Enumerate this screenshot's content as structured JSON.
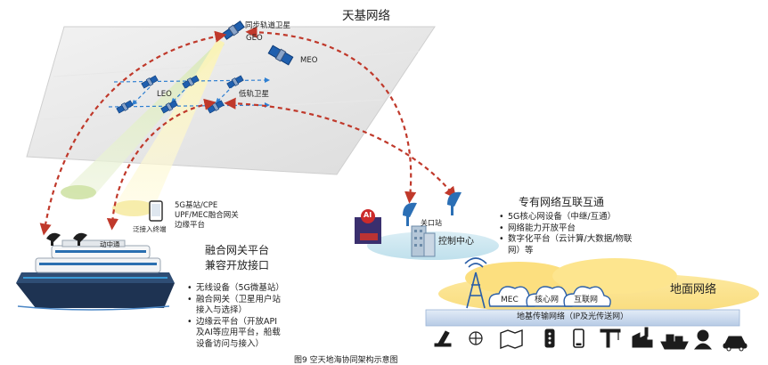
{
  "space": {
    "title": "天基网络",
    "geo_label": "同步轨道卫星",
    "geo_code": "GEO",
    "meo_code": "MEO",
    "leo_code": "LEO",
    "leo_label": "低轨卫星"
  },
  "ship": {
    "mobile_label": "动中通",
    "equipment": [
      "5G基站/CPE",
      "UPF/MEC融合网关",
      "边缘平台"
    ],
    "terminal_label": "泛接入终端",
    "platform_title_line1": "融合网关平台",
    "platform_title_line2": "兼容开放接口",
    "features": [
      "无线设备（5G微基站）",
      "融合网关（卫星用户站",
      "接入与选择）",
      "边缘云平台（开放API",
      "及AI等应用平台，船载",
      "设备访问与接入）"
    ]
  },
  "ground": {
    "gateway_label": "关口站",
    "ai_badge": "AI",
    "control_center": "控制中心",
    "private_title": "专有网络互联互通",
    "private_features": [
      "5G核心网设备（中继/互通）",
      "网络能力开放平台",
      "数字化平台（云计算/大数据/物联",
      "网）等"
    ],
    "network_title": "地面网络",
    "clouds": [
      "MEC",
      "核心网",
      "互联网"
    ],
    "transport_label": "地基传输网络（IP及光传送网）",
    "app_icons": [
      "oil-drill-icon",
      "compass-icon",
      "map-icon",
      "traffic-light-icon",
      "phone-icon",
      "crane-icon",
      "factory-icon",
      "ship-cargo-icon",
      "person-icon",
      "car-icon"
    ]
  },
  "caption": "图9  空天地海协同架构示意图"
}
